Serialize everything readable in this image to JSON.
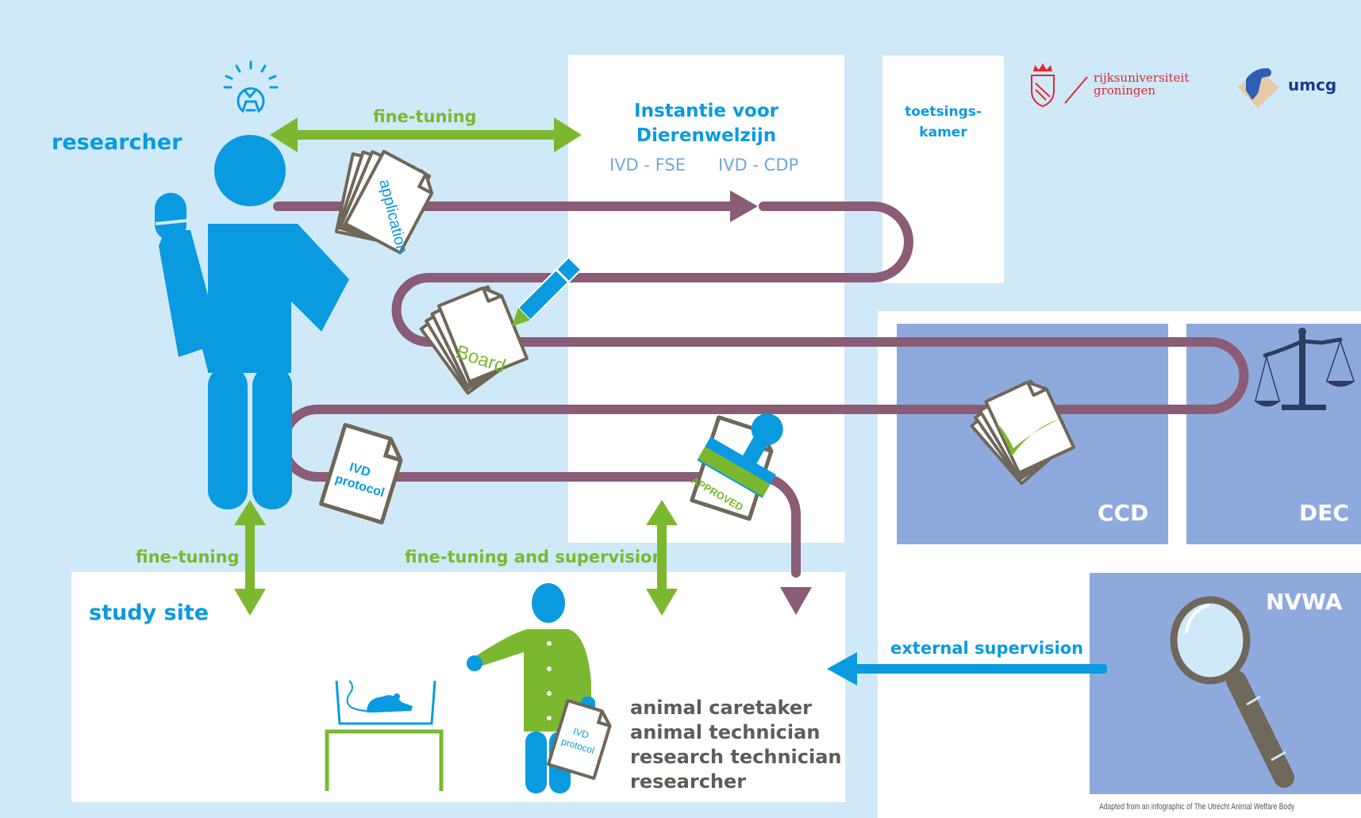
{
  "colors": {
    "background": "#cfe9f8",
    "panel_white": "#ffffff",
    "panel_blue": "#8eaadd",
    "person_blue": "#0a9ae0",
    "arrow_green": "#7cb82f",
    "flow_purple": "#8a5c76",
    "document_outline": "#6e675a",
    "scale_dark": "#2e3e60",
    "rug_red": "#e2292f",
    "umcg_navy": "#1a3a8a"
  },
  "actors": {
    "researcher": "researcher",
    "study_site": "study site",
    "institution_title_line1": "Instantie voor",
    "institution_title_line2": "Dierenwelzijn",
    "institution_sub1": "IVD - FSE",
    "institution_sub2": "IVD - CDP",
    "review_chamber_line1": "toetsings-",
    "review_chamber_line2": "kamer",
    "ccd": "CCD",
    "dec": "DEC",
    "nvwa": "NVWA"
  },
  "arrows": {
    "fine_tuning_top": "fine-tuning",
    "fine_tuning_left": "fine-tuning",
    "fine_tuning_supervision": "fine-tuning and supervision",
    "external_supervision": "external supervision"
  },
  "documents": {
    "application": "application",
    "board": "Board",
    "ivd_protocol_line1": "IVD",
    "ivd_protocol_line2": "protocol",
    "approved": "APPROVED"
  },
  "study_site_roles": [
    "animal caretaker",
    "animal technician",
    "research technician",
    "researcher"
  ],
  "logos": {
    "rug_line1": "rijksuniversiteit",
    "rug_line2": "groningen",
    "umcg": "umcg"
  },
  "credit": "Adapted from an infographic of The Utrecht Animal Welfare Body"
}
